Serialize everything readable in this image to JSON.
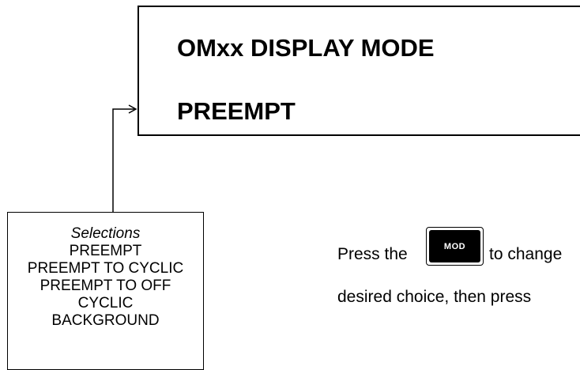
{
  "display": {
    "line1": "OMxx  DISPLAY  MODE",
    "line2": "PREEMPT"
  },
  "selections": {
    "title": "Selections",
    "items": [
      "PREEMPT",
      "PREEMPT TO CYCLIC",
      "PREEMPT TO OFF",
      "CYCLIC",
      "BACKGROUND"
    ]
  },
  "instructions": {
    "line1_before": "Press the",
    "key_label": "MOD",
    "line1_after": "to change",
    "line2": "desired choice, then press"
  }
}
